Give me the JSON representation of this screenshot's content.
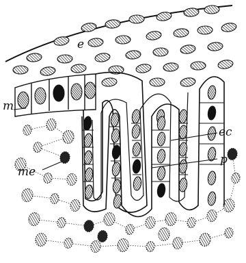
{
  "figure": {
    "labels": {
      "e": "e",
      "m": "m",
      "me": "me",
      "ec": "ec",
      "p": "p"
    },
    "colors": {
      "ink": "#111111",
      "background": "#ffffff"
    }
  }
}
